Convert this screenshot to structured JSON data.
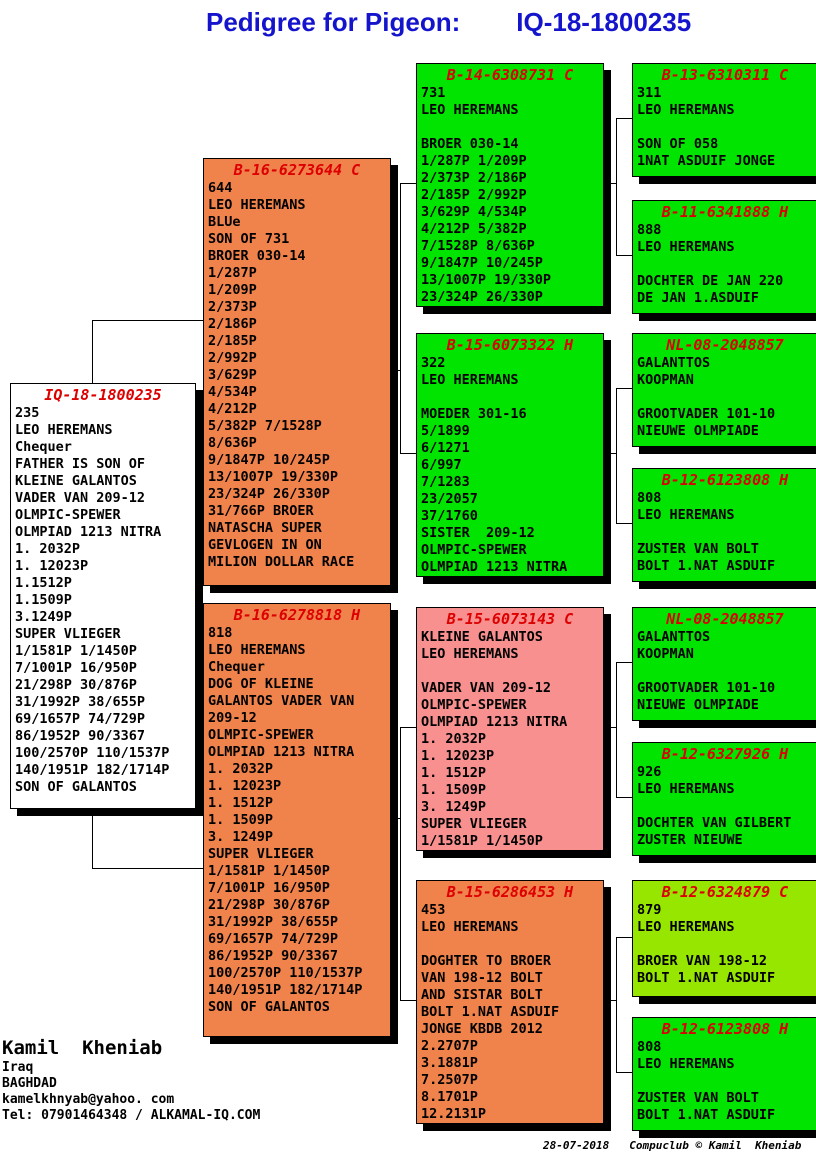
{
  "header": {
    "label": "Pedigree for Pigeon:",
    "ring": "IQ-18-1800235",
    "title_color": "#1414CC"
  },
  "colors": {
    "green": "#00E400",
    "orange": "#F0824B",
    "salmon": "#F99090",
    "chartreuse": "#96E600",
    "white": "#FFFFFF",
    "box_title_red": "#DD0000"
  },
  "boxes": {
    "subject": {
      "title": "IQ-18-1800235",
      "color": "#FFFFFF",
      "lines": [
        "235",
        "LEO HEREMANS",
        "Chequer",
        "FATHER IS SON OF",
        "KLEINE GALANTOS",
        "VADER VAN 209-12",
        "OLMPIC-SPEWER",
        "OLMPIAD 1213 NITRA",
        "1. 2032P",
        "1. 12023P",
        "1.1512P",
        "1.1509P",
        "3.1249P",
        "SUPER VLIEGER",
        "1/1581P 1/1450P",
        "7/1001P 16/950P",
        "21/298P 30/876P",
        "31/1992P 38/655P",
        "69/1657P 74/729P",
        "86/1952P 90/3367",
        "100/2570P 110/1537P",
        "140/1951P 182/1714P",
        "SON OF GALANTOS"
      ]
    },
    "sire": {
      "title": "B-16-6273644 C",
      "color": "#F0824B",
      "lines": [
        "644",
        "LEO HEREMANS",
        "BLUe",
        "SON OF 731",
        "BROER 030-14",
        "1/287P",
        "1/209P",
        "2/373P",
        "2/186P",
        "2/185P",
        "2/992P",
        "3/629P",
        "4/534P",
        "4/212P",
        "5/382P 7/1528P",
        "8/636P",
        "9/1847P 10/245P",
        "13/1007P 19/330P",
        "23/324P 26/330P",
        "31/766P BROER",
        "NATASCHA SUPER",
        "GEVLOGEN IN ON",
        "MILION DOLLAR RACE"
      ]
    },
    "dam": {
      "title": "B-16-6278818 H",
      "color": "#F0824B",
      "lines": [
        "818",
        "LEO HEREMANS",
        "Chequer",
        "DOG OF KLEINE",
        "GALANTOS VADER VAN",
        "209-12",
        "OLMPIC-SPEWER",
        "OLMPIAD 1213 NITRA",
        "1. 2032P",
        "1. 12023P",
        "1. 1512P",
        "1. 1509P",
        "3. 1249P",
        "SUPER VLIEGER",
        "1/1581P 1/1450P",
        "7/1001P 16/950P",
        "21/298P 30/876P",
        "31/1992P 38/655P",
        "69/1657P 74/729P",
        "86/1952P 90/3367",
        "100/2570P 110/1537P",
        "140/1951P 182/1714P",
        "SON OF GALANTOS"
      ]
    },
    "ss": {
      "title": "B-14-6308731 C",
      "color": "#00E400",
      "lines": [
        "731",
        "LEO HEREMANS",
        "",
        "BROER 030-14",
        "1/287P 1/209P",
        "2/373P 2/186P",
        "2/185P 2/992P",
        "3/629P 4/534P",
        "4/212P 5/382P",
        "7/1528P 8/636P",
        "9/1847P 10/245P",
        "13/1007P 19/330P",
        "23/324P 26/330P"
      ]
    },
    "sd": {
      "title": "B-15-6073322 H",
      "color": "#00E400",
      "lines": [
        "322",
        "LEO HEREMANS",
        "",
        "MOEDER 301-16",
        "5/1899",
        "6/1271",
        "6/997",
        "7/1283",
        "23/2057",
        "37/1760",
        "SISTER  209-12",
        "OLMPIC-SPEWER",
        "OLMPIAD 1213 NITRA"
      ]
    },
    "ds": {
      "title": "B-15-6073143 C",
      "color": "#F99090",
      "lines": [
        "KLEINE GALANTOS",
        "LEO HEREMANS",
        "",
        "VADER VAN 209-12",
        "OLMPIC-SPEWER",
        "OLMPIAD 1213 NITRA",
        "1. 2032P",
        "1. 12023P",
        "1. 1512P",
        "1. 1509P",
        "3. 1249P",
        "SUPER VLIEGER",
        "1/1581P 1/1450P"
      ]
    },
    "dd": {
      "title": "B-15-6286453 H",
      "color": "#F0824B",
      "lines": [
        "453",
        "LEO HEREMANS",
        "",
        "DOGHTER TO BROER",
        "VAN 198-12 BOLT",
        "AND SISTAR BOLT",
        "BOLT 1.NAT ASDUIF",
        "JONGE KBDB 2012",
        "2.2707P",
        "3.1881P",
        "7.2507P",
        "8.1701P",
        "12.2131P"
      ]
    },
    "sss": {
      "title": "B-13-6310311 C",
      "color": "#00E400",
      "lines": [
        "311",
        "LEO HEREMANS",
        "",
        "SON OF 058",
        "1NAT ASDUIF JONGE"
      ]
    },
    "ssd": {
      "title": "B-11-6341888 H",
      "color": "#00E400",
      "lines": [
        "888",
        "LEO HEREMANS",
        "",
        "DOCHTER DE JAN 220",
        "DE JAN 1.ASDUIF"
      ]
    },
    "sds": {
      "title": "NL-08-2048857",
      "color": "#00E400",
      "lines": [
        "GALANTTOS",
        "KOOPMAN",
        "",
        "GROOTVADER 101-10",
        "NIEUWE OLMPIADE"
      ]
    },
    "sdd": {
      "title": "B-12-6123808 H",
      "color": "#00E400",
      "lines": [
        "808",
        "LEO HEREMANS",
        "",
        "ZUSTER VAN BOLT",
        "BOLT 1.NAT ASDUIF"
      ]
    },
    "dss": {
      "title": "NL-08-2048857",
      "color": "#00E400",
      "lines": [
        "GALANTTOS",
        "KOOPMAN",
        "",
        "GROOTVADER 101-10",
        "NIEUWE OLMPIADE"
      ]
    },
    "dsd": {
      "title": "B-12-6327926 H",
      "color": "#00E400",
      "lines": [
        "926",
        "LEO HEREMANS",
        "",
        "DOCHTER VAN GILBERT",
        "ZUSTER NIEUWE"
      ]
    },
    "dds": {
      "title": "B-12-6324879 C",
      "color": "#96E600",
      "lines": [
        "879",
        "LEO HEREMANS",
        "",
        "BROER VAN 198-12",
        "BOLT 1.NAT ASDUIF"
      ]
    },
    "ddd": {
      "title": "B-12-6123808 H",
      "color": "#00E400",
      "lines": [
        "808",
        "LEO HEREMANS",
        "",
        "ZUSTER VAN BOLT",
        "BOLT 1.NAT ASDUIF"
      ]
    }
  },
  "footer": {
    "name": "Kamil  Kheniab",
    "country": "Iraq",
    "city": "BAGHDAD",
    "email": "kamelkhnyab@yahoo. com",
    "tel": "Tel: 07901464348 / ALKAMAL-IQ.COM",
    "date": "28-07-2018",
    "credit": "Compuclub © Kamil  Kheniab"
  }
}
